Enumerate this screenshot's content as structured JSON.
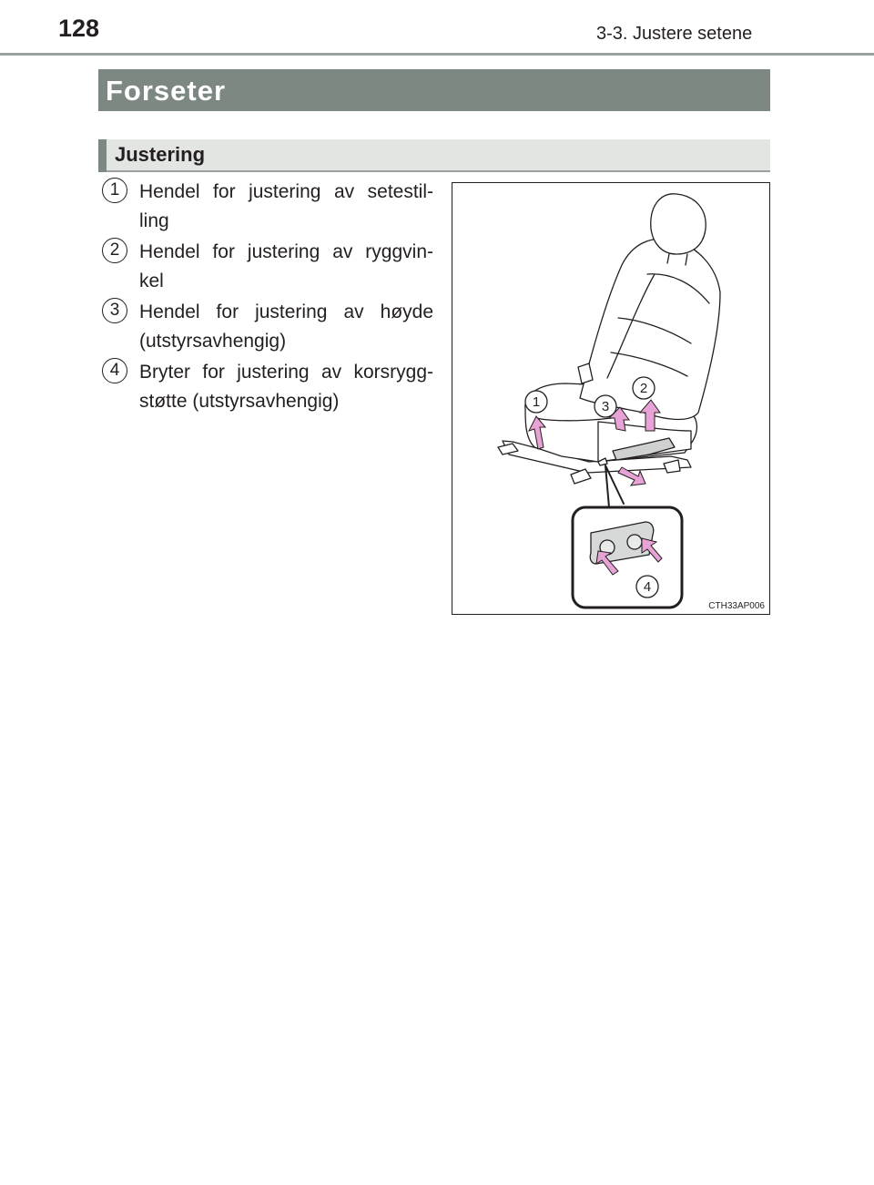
{
  "header": {
    "page_number": "128",
    "chapter": "3-3. Justere setene"
  },
  "section": {
    "title": "Forseter"
  },
  "subsection": {
    "title": "Justering"
  },
  "items": [
    {
      "number": "1",
      "text": "Hendel for justering av setestil- ling"
    },
    {
      "number": "2",
      "text": "Hendel for justering av ryggvin- kel"
    },
    {
      "number": "3",
      "text": "Hendel for justering av høyde (utstyrsavhengig)"
    },
    {
      "number": "4",
      "text": "Bryter for justering av korsrygg- støtte (utstyrsavhengig)"
    }
  ],
  "figure": {
    "code": "CTH33AP006",
    "callouts": [
      "1",
      "2",
      "3",
      "4"
    ],
    "arrow_color": "#e8a3d6"
  }
}
